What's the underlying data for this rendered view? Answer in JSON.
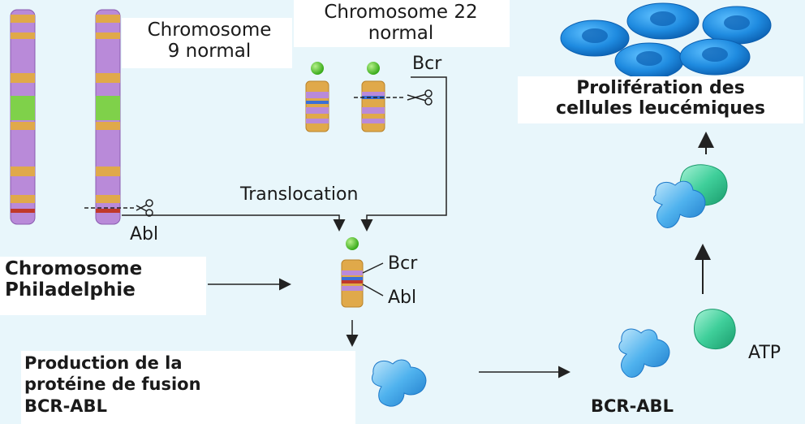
{
  "labels": {
    "chr9_line1": "Chromosome",
    "chr9_line2": "9 normal",
    "chr22_line1": "Chromosome 22",
    "chr22_line2": "normal",
    "bcr_top": "Bcr",
    "abl_left": "Abl",
    "translocation": "Translocation",
    "philadelphia_line1": "Chromosome",
    "philadelphia_line2": "Philadelphie",
    "bcr_ph": "Bcr",
    "abl_ph": "Abl",
    "production_line1": "Production de la",
    "production_line2": "protéine de fusion",
    "production_line3": "BCR-ABL",
    "bcr_abl": "BCR-ABL",
    "atp": "ATP",
    "proliferation_line1": "Prolifération des",
    "proliferation_line2": "cellules leucémiques"
  },
  "colors": {
    "background": "#e8f6fb",
    "chromosome_purple": "#b98ad9",
    "chromosome_gold": "#e0a94a",
    "chromosome_green": "#7fd14a",
    "abl_red": "#c0392b",
    "bcr_blue": "#3b6fd6",
    "centromere_green": "#44c21e",
    "protein_blue": "#3aa6e6",
    "atp_green": "#3fcf9a",
    "cell_blue": "#1f8be0"
  },
  "icons": [
    "scissors-icon",
    "arrow-icon"
  ]
}
